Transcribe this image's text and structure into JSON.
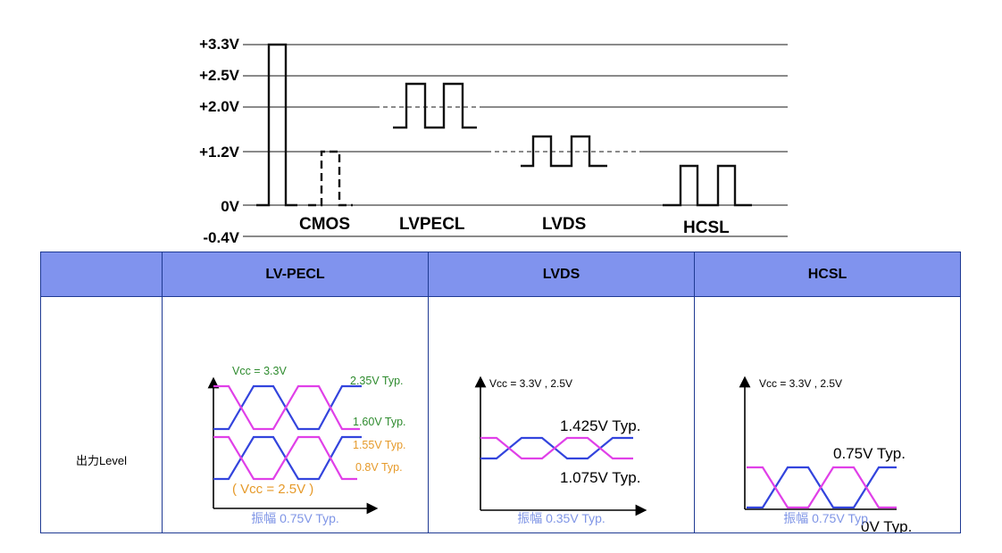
{
  "top_diagram": {
    "voltage_labels": [
      "+3.3V",
      "+2.5V",
      "+2.0V",
      "+1.2V",
      "0V",
      "-0.4V"
    ],
    "signal_labels": [
      "CMOS",
      "LVPECL",
      "LVDS",
      "HCSL"
    ]
  },
  "table": {
    "headers": [
      "",
      "LV-PECL",
      "LVDS",
      "HCSL"
    ],
    "row_label": "出力Level",
    "lvpecl": {
      "vcc_top": "Vcc = 3.3V",
      "v_high_top": "2.35V Typ.",
      "v_low_top": "1.60V Typ.",
      "v_high_bottom": "1.55V Typ.",
      "v_low_bottom": "0.8V Typ.",
      "vcc_bottom": "( Vcc = 2.5V )",
      "amplitude": "振幅 0.75V Typ."
    },
    "lvds": {
      "vcc": "Vcc = 3.3V , 2.5V",
      "v_high": "1.425V Typ.",
      "v_low": "1.075V Typ.",
      "amplitude": "振幅 0.35V Typ."
    },
    "hcsl": {
      "vcc": "Vcc = 3.3V , 2.5V",
      "v_high": "0.75V Typ.",
      "v_low": "0V Typ.",
      "amplitude": "振幅 0.75V Typ."
    }
  },
  "colors": {
    "header_bg": "#8093ee",
    "border": "#1f3a93",
    "wave_blue": "#3344dd",
    "wave_magenta": "#e040e8",
    "label_green": "#2e8b2e",
    "label_orange": "#e69a2a",
    "amplitude_text": "#7f95e6"
  }
}
